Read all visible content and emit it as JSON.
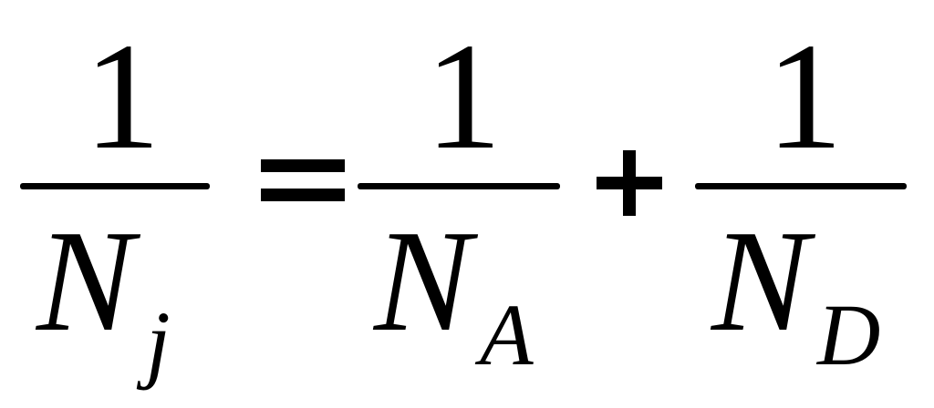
{
  "equation": {
    "lhs": {
      "numerator": "1",
      "denominator_symbol": "N",
      "denominator_subscript": "j"
    },
    "equals_sign": "=",
    "term_a": {
      "numerator": "1",
      "denominator_symbol": "N",
      "denominator_subscript": "A"
    },
    "plus_sign": "+",
    "term_d": {
      "numerator": "1",
      "denominator_symbol": "N",
      "denominator_subscript": "D"
    }
  }
}
